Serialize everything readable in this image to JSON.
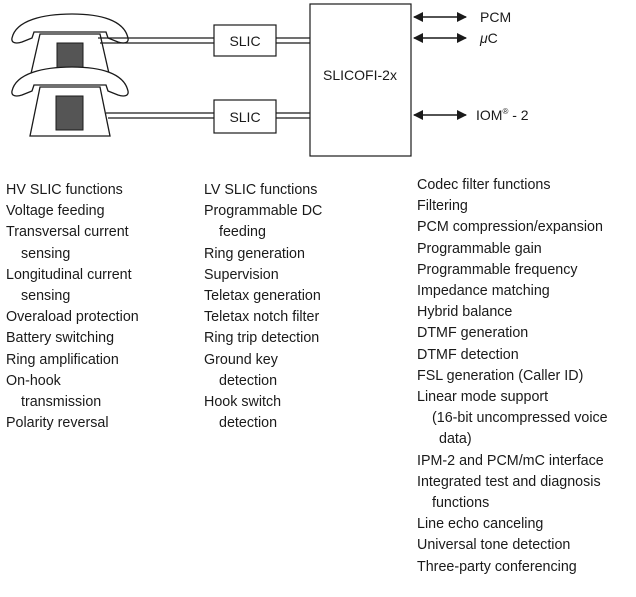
{
  "diagram": {
    "slic_top": "SLIC",
    "slic_bottom": "SLIC",
    "slicofi": "SLICOFI-2x",
    "port_pcm": "PCM",
    "port_uc_mu": "μ",
    "port_uc_c": "C",
    "port_iom_main": "IOM",
    "port_iom_sup": "®",
    "port_iom_suffix": " - 2"
  },
  "hv_functions": {
    "title": "HV SLIC functions",
    "items": [
      [
        "Voltage feeding"
      ],
      [
        "Transversal current",
        "sensing"
      ],
      [
        "Longitudinal current",
        "sensing"
      ],
      [
        "Overaload protection"
      ],
      [
        "Battery switching"
      ],
      [
        "Ring amplification"
      ],
      [
        "On-hook",
        "transmission"
      ],
      [
        "Polarity reversal"
      ]
    ]
  },
  "lv_functions": {
    "title": "LV SLIC functions",
    "items": [
      [
        "Programmable DC",
        "feeding"
      ],
      [
        "Ring generation"
      ],
      [
        "Supervision"
      ],
      [
        "Teletax generation"
      ],
      [
        "Teletax notch filter"
      ],
      [
        "Ring trip detection"
      ],
      [
        "Ground key",
        "detection"
      ],
      [
        "Hook switch",
        "detection"
      ]
    ]
  },
  "codec_functions": {
    "title": "Codec filter functions",
    "items": [
      [
        "Filtering"
      ],
      [
        "PCM compression/expansion"
      ],
      [
        "Programmable gain"
      ],
      [
        "Programmable frequency"
      ],
      [
        "Impedance matching"
      ],
      [
        "Hybrid balance"
      ],
      [
        "DTMF generation"
      ],
      [
        "DTMF detection"
      ],
      [
        "FSL generation (Caller ID)"
      ],
      [
        "Linear mode support",
        "(16-bit uncompressed voice",
        "data)"
      ],
      [
        "IPM-2 and PCM/mC interface"
      ],
      [
        "Integrated test and diagnosis",
        "functions"
      ],
      [
        "Line echo canceling"
      ],
      [
        "Universal tone detection"
      ],
      [
        "Three-party conferencing"
      ]
    ]
  }
}
